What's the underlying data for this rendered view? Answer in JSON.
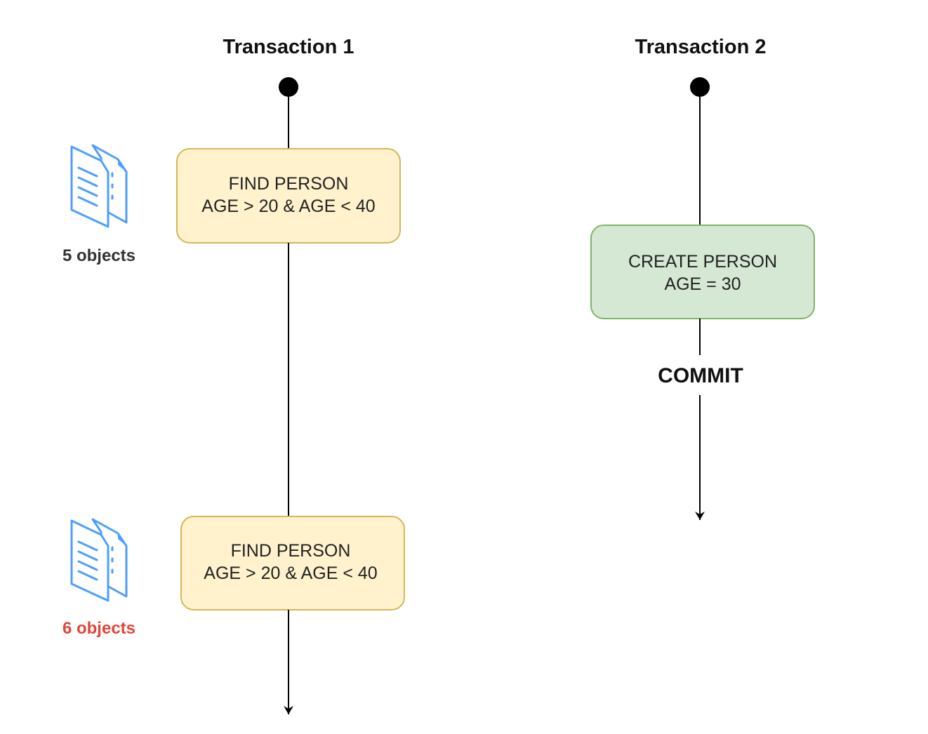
{
  "transaction_1": {
    "title": "Transaction 1",
    "find_box_1": {
      "line1": "FIND PERSON",
      "line2": "AGE > 20 & AGE < 40"
    },
    "find_box_2": {
      "line1": "FIND PERSON",
      "line2": "AGE > 20 & AGE < 40"
    },
    "result_1": "5 objects",
    "result_2": "6 objects"
  },
  "transaction_2": {
    "title": "Transaction 2",
    "create_box": {
      "line1": "CREATE PERSON",
      "line2": "AGE = 30"
    },
    "commit_label": "COMMIT"
  },
  "colors": {
    "find_box_fill": "#fff2cc",
    "find_box_stroke": "#d6b656",
    "create_box_fill": "#d5e8d4",
    "create_box_stroke": "#82b366",
    "doc_icon": "#4d9eff",
    "result_1_text": "#333333",
    "result_2_text": "#e0453a"
  },
  "icons": {
    "result_1": "documents-icon",
    "result_2": "documents-icon"
  }
}
